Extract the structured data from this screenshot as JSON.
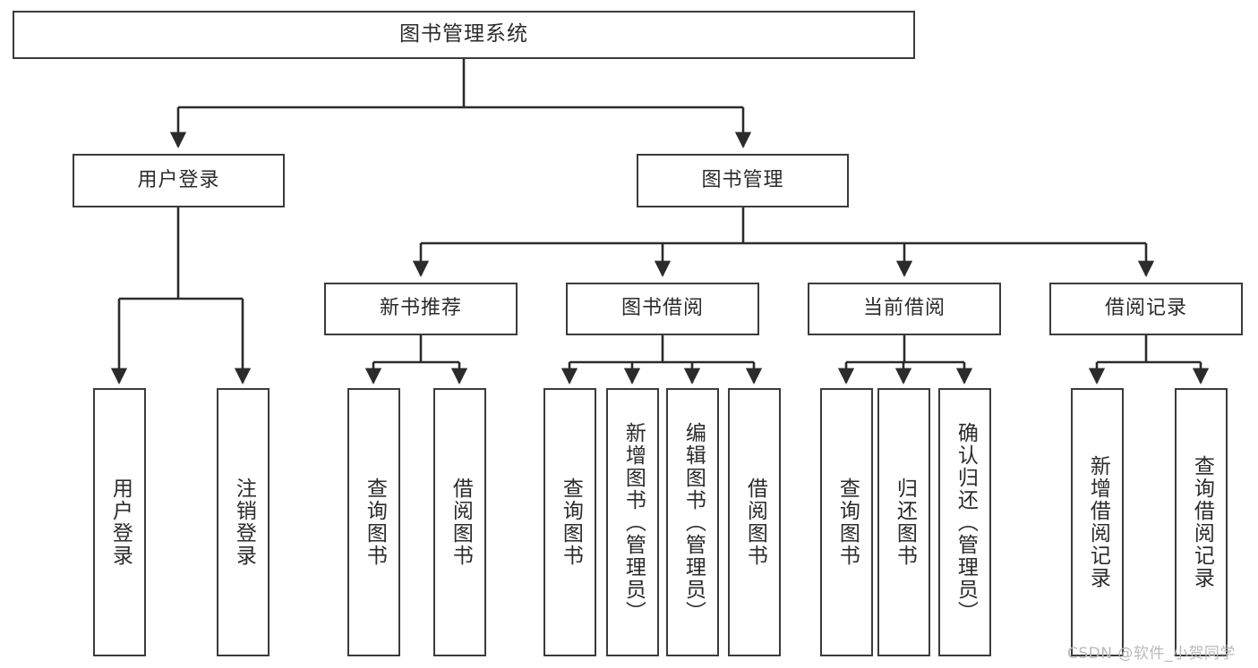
{
  "diagram": {
    "title": "图书管理系统",
    "type": "hierarchy-tree",
    "watermark": "CSDN @软件_小贺同学",
    "colors": {
      "box_border": "#3b3b3b",
      "box_fill": "#ffffff",
      "text": "#2b2b2b",
      "connector": "#2b2b2b",
      "watermark": "#b9b9b9",
      "background": "#ffffff"
    },
    "levels": {
      "level1": [
        {
          "id": "root",
          "label": "图书管理系统"
        }
      ],
      "level2": [
        {
          "id": "user-login",
          "label": "用户登录"
        },
        {
          "id": "book-management",
          "label": "图书管理"
        }
      ],
      "level3": [
        {
          "id": "new-book-recommend",
          "label": "新书推荐"
        },
        {
          "id": "book-borrow",
          "label": "图书借阅"
        },
        {
          "id": "current-borrow",
          "label": "当前借阅"
        },
        {
          "id": "borrow-record",
          "label": "借阅记录"
        }
      ],
      "level4": [
        {
          "id": "leaf-user-login",
          "label": "用户登录",
          "parent": "用户登录"
        },
        {
          "id": "leaf-logout-login",
          "label": "注销登录",
          "parent": "用户登录"
        },
        {
          "id": "leaf-query-book-1",
          "label": "查询图书",
          "parent": "新书推荐"
        },
        {
          "id": "leaf-borrow-book-1",
          "label": "借阅图书",
          "parent": "新书推荐"
        },
        {
          "id": "leaf-query-book-2",
          "label": "查询图书",
          "parent": "图书借阅"
        },
        {
          "id": "leaf-add-book-admin",
          "label": "新增图书（管理员）",
          "parent": "图书借阅"
        },
        {
          "id": "leaf-edit-book-admin",
          "label": "编辑图书（管理员）",
          "parent": "图书借阅"
        },
        {
          "id": "leaf-borrow-book-2",
          "label": "借阅图书",
          "parent": "图书借阅"
        },
        {
          "id": "leaf-query-book-3",
          "label": "查询图书",
          "parent": "当前借阅"
        },
        {
          "id": "leaf-return-book",
          "label": "归还图书",
          "parent": "当前借阅"
        },
        {
          "id": "leaf-confirm-return-admin",
          "label": "确认归还（管理员）",
          "parent": "当前借阅"
        },
        {
          "id": "leaf-add-borrow-record",
          "label": "新增借阅记录",
          "parent": "借阅记录"
        },
        {
          "id": "leaf-query-borrow-record",
          "label": "查询借阅记录",
          "parent": "借阅记录"
        }
      ]
    },
    "edges": [
      {
        "from": "图书管理系统",
        "to": "用户登录"
      },
      {
        "from": "图书管理系统",
        "to": "图书管理"
      },
      {
        "from": "用户登录",
        "to": "用户登录"
      },
      {
        "from": "用户登录",
        "to": "注销登录"
      },
      {
        "from": "图书管理",
        "to": "新书推荐"
      },
      {
        "from": "图书管理",
        "to": "图书借阅"
      },
      {
        "from": "图书管理",
        "to": "当前借阅"
      },
      {
        "from": "图书管理",
        "to": "借阅记录"
      },
      {
        "from": "新书推荐",
        "to": "查询图书"
      },
      {
        "from": "新书推荐",
        "to": "借阅图书"
      },
      {
        "from": "图书借阅",
        "to": "查询图书"
      },
      {
        "from": "图书借阅",
        "to": "新增图书（管理员）"
      },
      {
        "from": "图书借阅",
        "to": "编辑图书（管理员）"
      },
      {
        "from": "图书借阅",
        "to": "借阅图书"
      },
      {
        "from": "当前借阅",
        "to": "查询图书"
      },
      {
        "from": "当前借阅",
        "to": "归还图书"
      },
      {
        "from": "当前借阅",
        "to": "确认归还（管理员）"
      },
      {
        "from": "借阅记录",
        "to": "新增借阅记录"
      },
      {
        "from": "借阅记录",
        "to": "查询借阅记录"
      }
    ]
  }
}
